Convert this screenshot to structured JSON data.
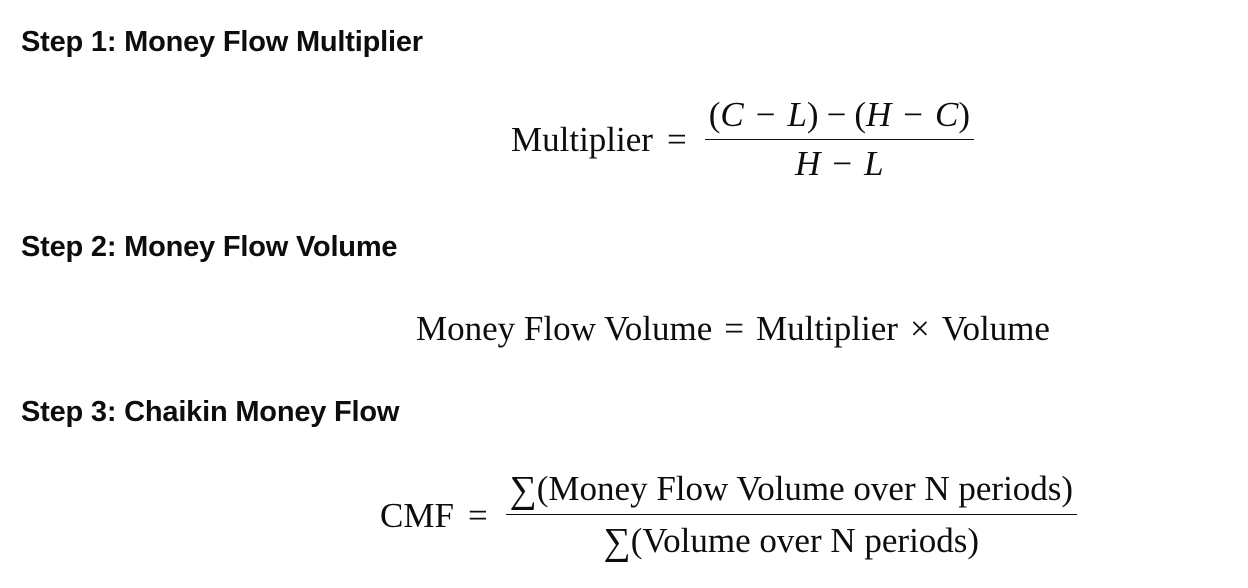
{
  "steps": [
    {
      "heading": "Step 1: Money Flow Multiplier",
      "formula": {
        "lhs": "Multiplier",
        "relation": "=",
        "numerator": {
          "open1": "(",
          "c1": "C",
          "minus1": "−",
          "l1": "L",
          "close1": ")",
          "minus_mid": "−",
          "open2": "(",
          "h1": "H",
          "minus2": "−",
          "c2": "C",
          "close2": ")"
        },
        "denominator": {
          "h": "H",
          "minus": "−",
          "l": "L"
        }
      }
    },
    {
      "heading": "Step 2: Money Flow Volume",
      "formula": {
        "lhs": "Money Flow Volume",
        "relation": "=",
        "rhs_a": "Multiplier",
        "times": "×",
        "rhs_b": "Volume"
      }
    },
    {
      "heading": "Step 3: Chaikin Money Flow",
      "formula": {
        "lhs": "CMF",
        "relation": "=",
        "numerator_sum": "∑",
        "numerator": "(Money Flow Volume over N periods)",
        "denominator_sum": "∑",
        "denominator": "(Volume over N periods)"
      }
    }
  ]
}
